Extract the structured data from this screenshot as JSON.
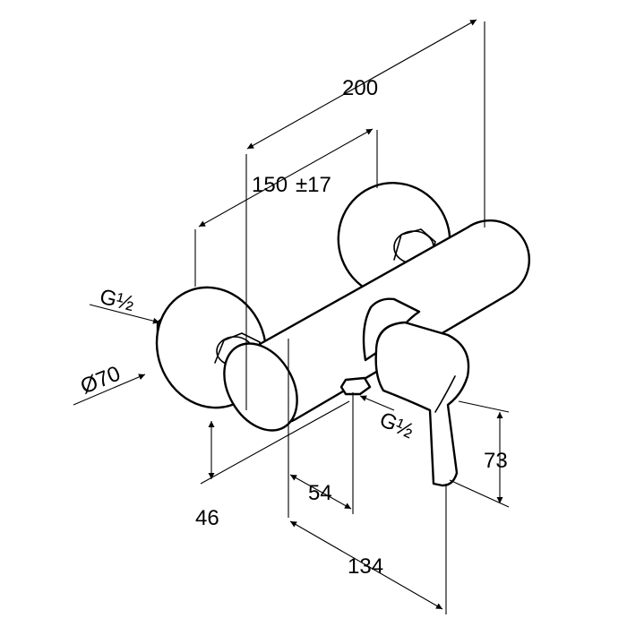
{
  "labels": {
    "overall_width": "200",
    "center_distance": "150",
    "center_tolerance": "±17",
    "inlet_thread": "G½",
    "rosette_diameter": "Ø70",
    "outlet_thread": "G½",
    "height_73": "73",
    "depth_46": "46",
    "outlet_offset": "54",
    "projection": "134"
  },
  "colors": {
    "line": "#000000",
    "background": "#ffffff"
  }
}
